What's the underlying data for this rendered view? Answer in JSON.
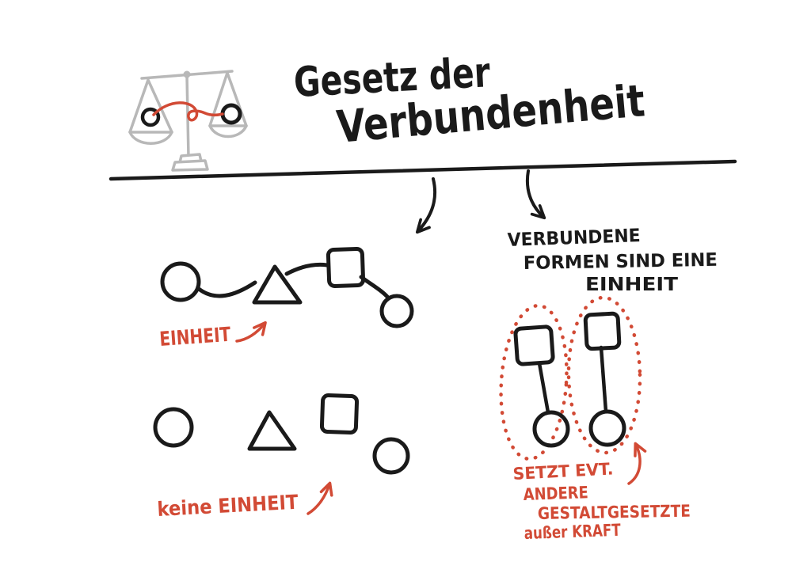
{
  "colors": {
    "ink": "#1a1a1a",
    "accent_red": "#d24a35",
    "scale_gray": "#b8b8b8",
    "background": "#ffffff"
  },
  "title": {
    "line1": "Gesetz der",
    "line2": "Verbundenheit"
  },
  "header_icon": {
    "name": "balance-scale-icon",
    "description": "grey balance scale, a ring in each pan joined by a red thread"
  },
  "examples_left": {
    "unity": {
      "shapes": [
        "circle",
        "triangle",
        "square",
        "circle"
      ],
      "connected_by_line": true,
      "label": "EINHEIT"
    },
    "no_unity": {
      "shapes": [
        "circle",
        "triangle",
        "square",
        "circle"
      ],
      "connected_by_line": false,
      "label": "keine EINHEIT"
    }
  },
  "examples_right": {
    "heading": [
      "VERBUNDENE",
      "FORMEN SIND EINE",
      "EINHEIT"
    ],
    "groups": [
      {
        "shapes": [
          "square",
          "circle"
        ],
        "connected_by_line": true,
        "outline": "red dotted ellipse"
      },
      {
        "shapes": [
          "square",
          "circle"
        ],
        "connected_by_line": true,
        "outline": "red dotted ellipse"
      }
    ],
    "note": [
      "SETZT EVT.",
      "ANDERE",
      "GESTALTGESETZTE",
      "außer KRAFT"
    ]
  }
}
